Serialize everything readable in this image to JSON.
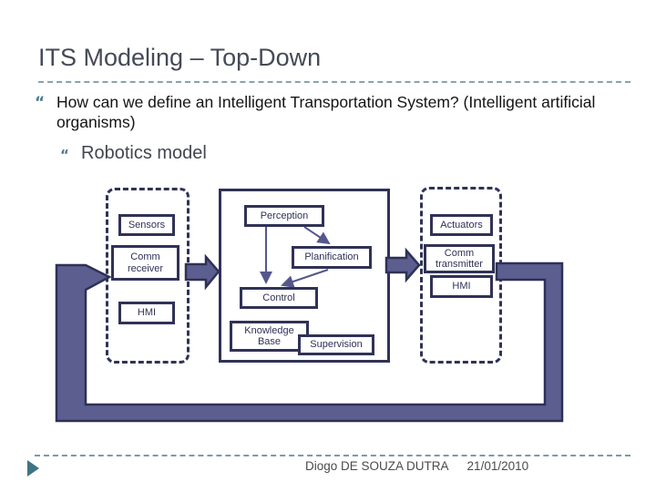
{
  "slide": {
    "title": "ITS Modeling – Top-Down",
    "bullet_glyph": "“",
    "bullet1": "How can we define an Intelligent Transportation System? (Intelligent artificial organisms)",
    "bullet2": "Robotics model"
  },
  "diagram": {
    "left_group": {
      "sensors": "Sensors",
      "comm_receiver": "Comm receiver",
      "hmi": "HMI"
    },
    "center_group": {
      "perception": "Perception",
      "planification": "Planification",
      "control": "Control",
      "knowledge_base": "Knowledge Base",
      "supervision": "Supervision"
    },
    "right_group": {
      "actuators": "Actuators",
      "comm_transmitter": "Comm transmitter",
      "hmi": "HMI"
    }
  },
  "footer": {
    "author": "Diogo DE SOUZA DUTRA",
    "date": "21/01/2010"
  },
  "colors": {
    "arrow_fill": "#5c5e90",
    "arrow_border": "#2e3156",
    "box_border": "#303256",
    "box_text": "#2e3156",
    "accent_teal": "#4a7b8b",
    "title_gray": "#454a57"
  }
}
